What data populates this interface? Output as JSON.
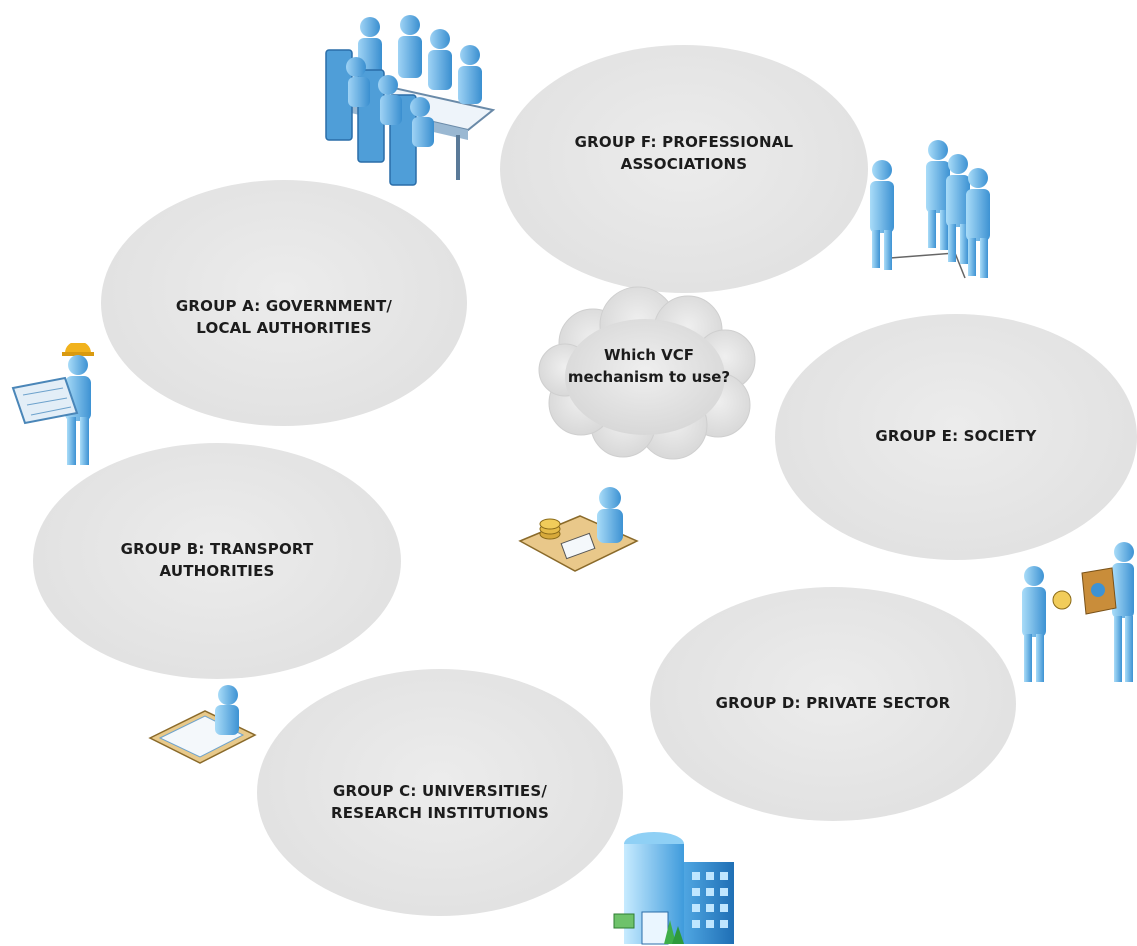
{
  "groups": {
    "a": {
      "line1": "GROUP A: GOVERNMENT/",
      "line2": "LOCAL AUTHORITIES"
    },
    "b": {
      "line1": "GROUP B: TRANSPORT",
      "line2": "AUTHORITIES"
    },
    "c": {
      "line1": "GROUP C: UNIVERSITIES/",
      "line2": "RESEARCH INSTITUTIONS"
    },
    "d": {
      "line1": "GROUP D: PRIVATE SECTOR",
      "line2": ""
    },
    "e": {
      "line1": "GROUP E: SOCIETY",
      "line2": ""
    },
    "f": {
      "line1": "GROUP F: PROFESSIONAL",
      "line2": "ASSOCIATIONS"
    }
  },
  "center": {
    "line1": "Which VCF",
    "line2": "mechanism to use?"
  },
  "icons": {
    "meeting": "meeting-table-icon",
    "engineer": "engineer-with-plans-icon",
    "designer": "designer-at-drafting-table-icon",
    "building": "office-building-icon",
    "accountant": "accountant-at-desk-icon",
    "exchange": "money-exchange-icon",
    "people": "standing-people-icon"
  },
  "colors": {
    "ellipse": "#e2e2e2",
    "figure": "#5aaee6",
    "figure_dark": "#2f7fc0",
    "text": "#1c1c1c"
  }
}
